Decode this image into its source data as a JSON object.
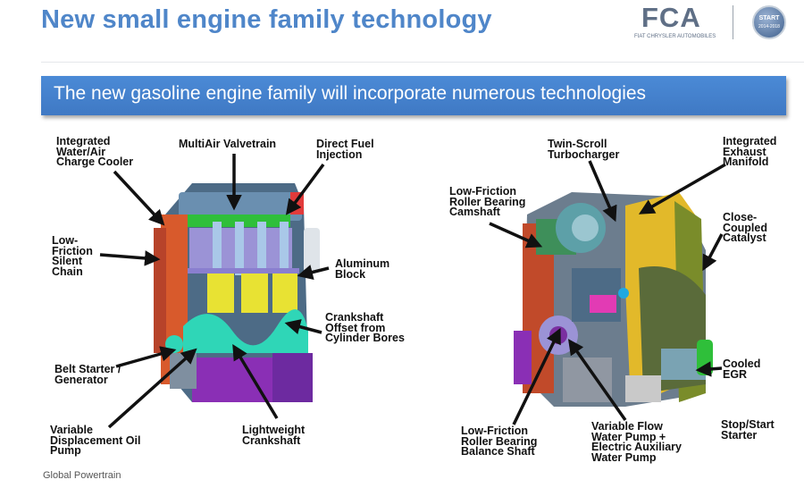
{
  "header": {
    "title": "New small engine family technology",
    "logo_text": "FCA",
    "logo_subtitle": "FIAT CHRYSLER AUTOMOBILES",
    "badge_line1": "START",
    "badge_line2": "2014-2018"
  },
  "banner": {
    "text": "The new gasoline engine family  will incorporate numerous technologies"
  },
  "left_engine_labels": {
    "charge_cooler": "Integrated\nWater/Air\nCharge Cooler",
    "valvetrain": "MultiAir Valvetrain",
    "fuel_injection": "Direct Fuel\nInjection",
    "silent_chain": "Low-\nFriction\nSilent\nChain",
    "aluminum_block": "Aluminum\nBlock",
    "crankshaft_offset": "Crankshaft\nOffset from\nCylinder Bores",
    "belt_starter": "Belt Starter /\nGenerator",
    "oil_pump": "Variable\nDisplacement Oil\nPump",
    "lightweight_crankshaft": "Lightweight\nCrankshaft"
  },
  "right_engine_labels": {
    "turbocharger": "Twin-Scroll\nTurbocharger",
    "exhaust_manifold": "Integrated\nExhaust\nManifold",
    "camshaft": "Low-Friction\nRoller Bearing\nCamshaft",
    "catalyst": "Close-\nCoupled\nCatalyst",
    "egr": "Cooled\nEGR",
    "balance_shaft": "Low-Friction\nRoller Bearing\nBalance Shaft",
    "water_pump": "Variable Flow\nWater Pump +\nElectric Auxiliary\nWater Pump",
    "stop_start": "Stop/Start\nStarter"
  },
  "footer": {
    "text": "Global Powertrain"
  },
  "colors": {
    "title": "#4f86c9",
    "banner": "#4282cf",
    "label": "#111111"
  }
}
